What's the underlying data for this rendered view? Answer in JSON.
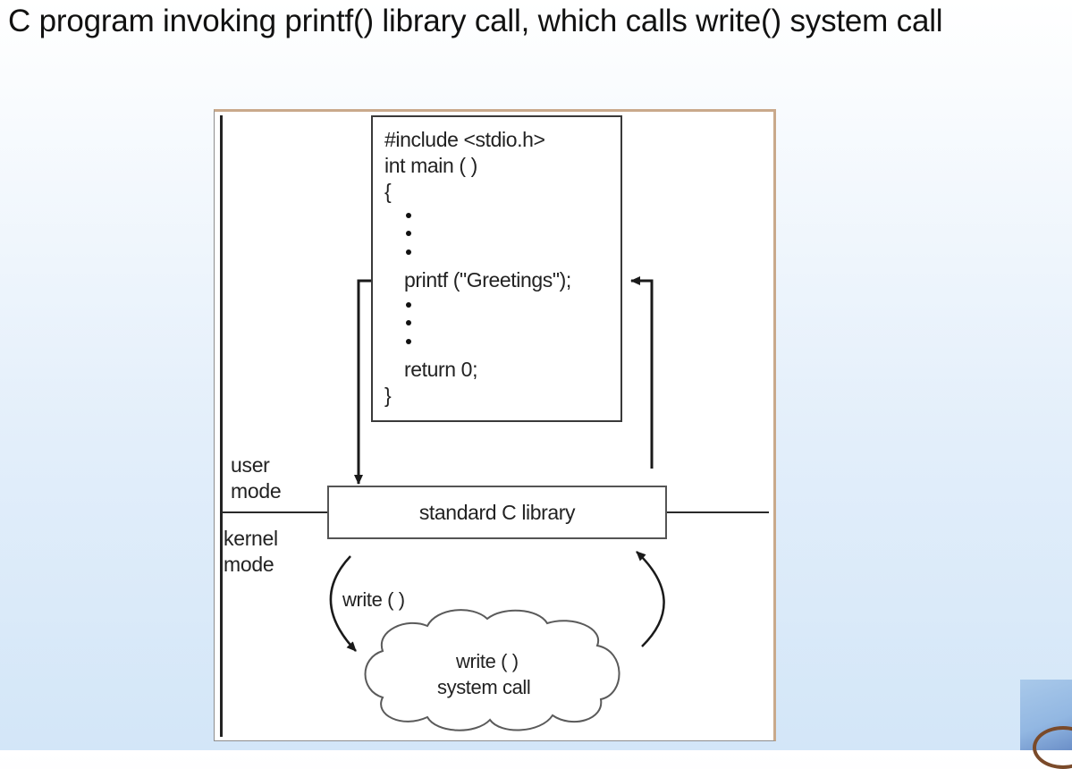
{
  "slide": {
    "title": "C program invoking printf() library call, which calls write() system call"
  },
  "code": {
    "line1": "#include <stdio.h>",
    "line2": "int main ( )",
    "open_brace": "{",
    "printf": "printf (\"Greetings\");",
    "return": "return 0;",
    "close_brace": "}"
  },
  "modes": {
    "user": "user\nmode",
    "kernel": "kernel\nmode"
  },
  "library": {
    "label": "standard C library"
  },
  "call": {
    "label": "write ( )"
  },
  "syscall": {
    "line1": "write ( )",
    "line2": "system call"
  },
  "colors": {
    "stroke": "#1a1a1a",
    "frame_accent": "#c9a98b"
  }
}
